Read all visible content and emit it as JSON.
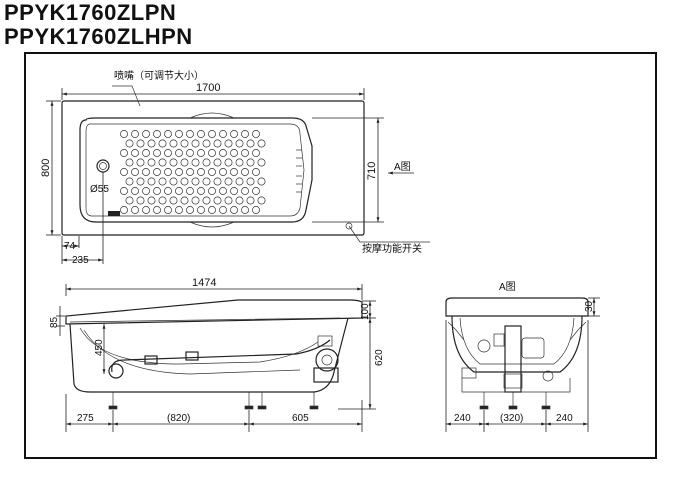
{
  "models": [
    "PPYK1760ZLPN",
    "PPYK1760ZLHPN"
  ],
  "top_view": {
    "nozzle_label": "喷嘴（可调节大小）",
    "switch_label": "按摩功能开关",
    "view_a_ref": "A图",
    "dims": {
      "overall_length": "1700",
      "overall_width": "800",
      "inner_width": "710",
      "drain_dia": "Ø55",
      "edge_offset": "74",
      "drain_offset": "235"
    }
  },
  "side_view": {
    "dims": {
      "length": "1474",
      "rim": "85",
      "depth": "450",
      "height": "620",
      "top_rim": "100",
      "left_foot": "275",
      "foot_span": "(820)",
      "right_foot": "605"
    }
  },
  "end_view": {
    "title": "A图",
    "dims": {
      "top": "30",
      "left": "240",
      "span": "(320)",
      "right": "240"
    }
  }
}
